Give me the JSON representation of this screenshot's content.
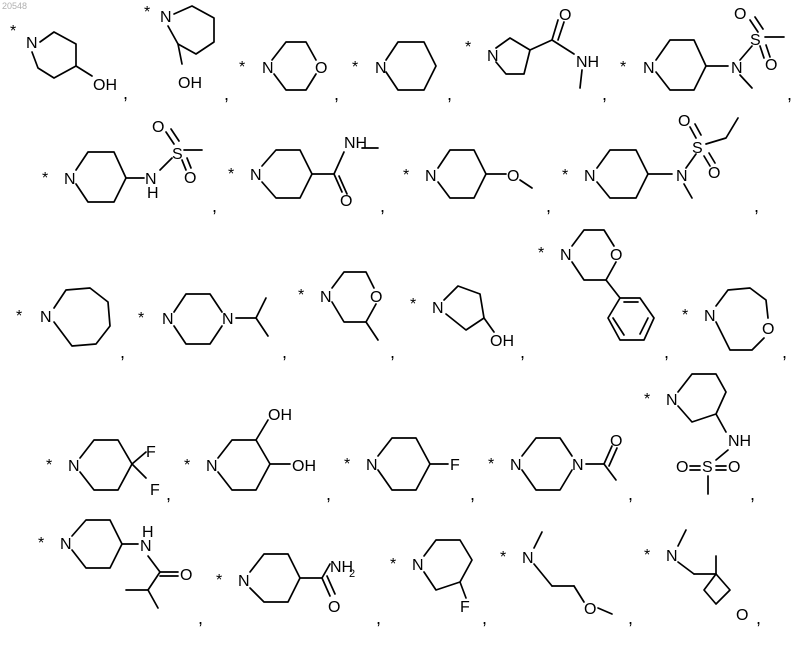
{
  "corner_label": "20548",
  "separator": ",",
  "attachment_mark": "*",
  "structures": [
    {
      "id": "4-hydroxypiperidinyl"
    },
    {
      "id": "3-hydroxypiperidinyl"
    },
    {
      "id": "morpholinyl"
    },
    {
      "id": "piperidinyl"
    },
    {
      "id": "pyrrolidine-3-N-methylcarboxamide"
    },
    {
      "id": "4-(N-methylmethanesulfonamido)piperidinyl"
    },
    {
      "id": "4-methanesulfonamidopiperidinyl"
    },
    {
      "id": "piperidine-4-N-methylcarboxamide"
    },
    {
      "id": "4-methoxypiperidinyl"
    },
    {
      "id": "4-(N-methylethanesulfonamido)piperidinyl"
    },
    {
      "id": "azepanyl"
    },
    {
      "id": "4-isopropylpiperazinyl"
    },
    {
      "id": "2-methylmorpholinyl"
    },
    {
      "id": "3-hydroxypyrrolidinyl"
    },
    {
      "id": "2-phenylmorpholinyl"
    },
    {
      "id": "1,4-oxazepanyl"
    },
    {
      "id": "4,4-difluoropiperidinyl"
    },
    {
      "id": "3,4-dihydroxypiperidinyl"
    },
    {
      "id": "4-fluoropiperidinyl"
    },
    {
      "id": "4-acetylpiperazinyl"
    },
    {
      "id": "3-methanesulfonamidopiperidinyl"
    },
    {
      "id": "4-isobutyramidopiperidinyl"
    },
    {
      "id": "piperidine-4-carboxamide"
    },
    {
      "id": "3-fluoropiperidinyl"
    },
    {
      "id": "N-methyl-2-methoxyethylamino"
    },
    {
      "id": "N-methyl-(3-methyloxetan-3-yl)methylamino"
    }
  ],
  "atom_labels": {
    "N": "N",
    "O": "O",
    "OH": "OH",
    "NH": "NH",
    "H": "H",
    "S": "S",
    "F": "F",
    "NH2": "NH",
    "sub2": "2"
  }
}
